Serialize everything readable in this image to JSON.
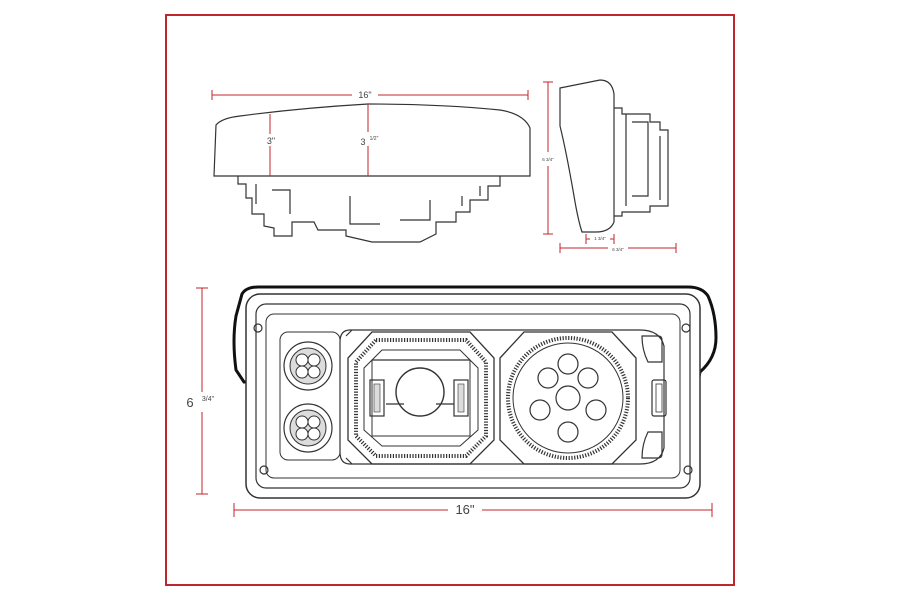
{
  "colors": {
    "frame": "#c0262d",
    "dimension": "#c0262d",
    "outline": "#333333",
    "background": "#ffffff"
  },
  "dimensions": {
    "top_width": "16\"",
    "top_height_front": "3\"",
    "top_height_center_whole": "3",
    "top_height_center_frac": "1/2\"",
    "side_height": "6 3/4\"",
    "side_depth_small": "1 3/4\"",
    "side_depth_total": "6 3/4\"",
    "front_height_whole": "6",
    "front_height_frac": "3/4\"",
    "front_width": "16\""
  }
}
